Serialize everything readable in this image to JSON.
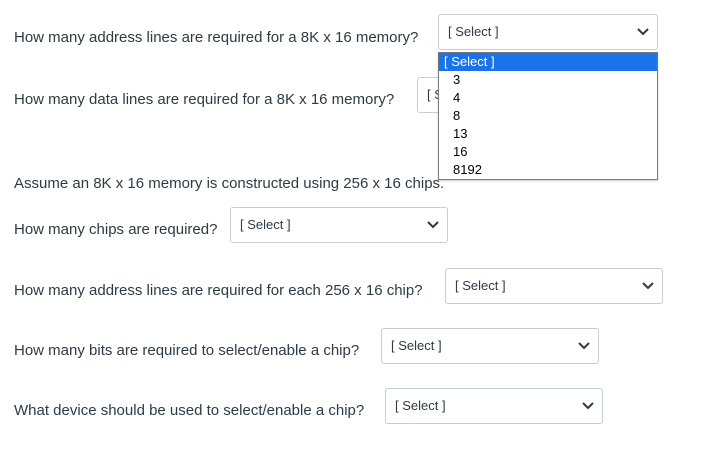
{
  "questions": [
    {
      "text": "How many address lines are required for a 8K x 16 memory?",
      "value": "[ Select ]"
    },
    {
      "text": "How many data lines are required for a 8K x 16 memory?",
      "value": "[ Select ]"
    },
    {
      "text": "How many chips are required?",
      "value": "[ Select ]"
    },
    {
      "text": "How many address lines are required for each 256 x 16 chip?",
      "value": "[ Select ]"
    },
    {
      "text": "How many bits are required to select/enable a chip?",
      "value": "[ Select ]"
    },
    {
      "text": "What device should be used to select/enable a chip?",
      "value": "[ Select ]"
    }
  ],
  "context_text": "Assume an 8K x 16 memory is constructed using 256 x 16 chips.",
  "dropdown": {
    "options": [
      "[ Select ]",
      "3",
      "4",
      "8",
      "13",
      "16",
      "8192"
    ],
    "highlighted": "[ Select ]"
  },
  "colors": {
    "highlight": "#1a73e8",
    "text": "#2d3b45",
    "border": "#c7cdd1"
  }
}
